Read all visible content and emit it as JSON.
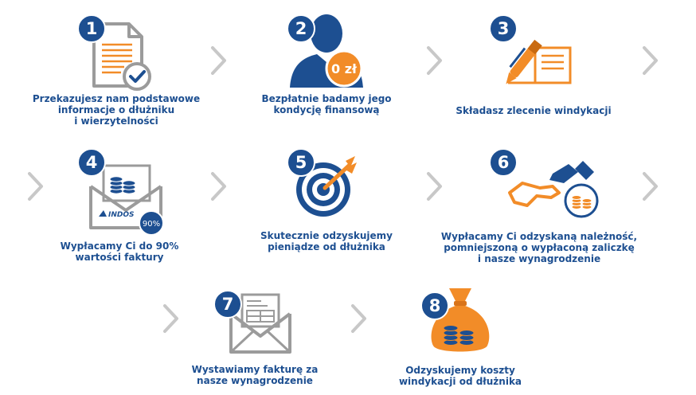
{
  "colors": {
    "blue": "#1d4f91",
    "orange": "#f28c28",
    "gray": "#9b9b9b",
    "arrow": "#c8c8c8"
  },
  "steps": [
    {
      "number": "1",
      "icon": "document-check-icon",
      "caption": [
        "Przekazujesz nam podstawowe",
        "informacje o dłużniku",
        "i wierzytelności"
      ]
    },
    {
      "number": "2",
      "icon": "person-coin-icon",
      "coin_label": "0 zł",
      "caption": [
        "Bezpłatnie badamy jego",
        "kondycję finansową"
      ]
    },
    {
      "number": "3",
      "icon": "pen-form-icon",
      "caption": [
        "Składasz zlecenie windykacji"
      ]
    },
    {
      "number": "4",
      "icon": "envelope-coins-icon",
      "logo_text": "INDOS",
      "percent_label": "90%",
      "caption": [
        "Wypłacamy Ci do 90%",
        "wartości faktury"
      ]
    },
    {
      "number": "5",
      "icon": "target-arrow-icon",
      "caption": [
        "Skutecznie odzyskujemy",
        "pieniądze od dłużnika"
      ]
    },
    {
      "number": "6",
      "icon": "handshake-coins-icon",
      "caption": [
        "Wypłacamy Ci odzyskaną należność,",
        "pomniejszoną o wypłaconą zaliczkę",
        "i nasze wynagrodzenie"
      ]
    },
    {
      "number": "7",
      "icon": "envelope-invoice-icon",
      "caption": [
        "Wystawiamy fakturę za",
        "nasze wynagrodzenie"
      ]
    },
    {
      "number": "8",
      "icon": "money-bag-icon",
      "caption": [
        "Odzyskujemy koszty",
        "windykacji od dłużnika"
      ]
    }
  ]
}
